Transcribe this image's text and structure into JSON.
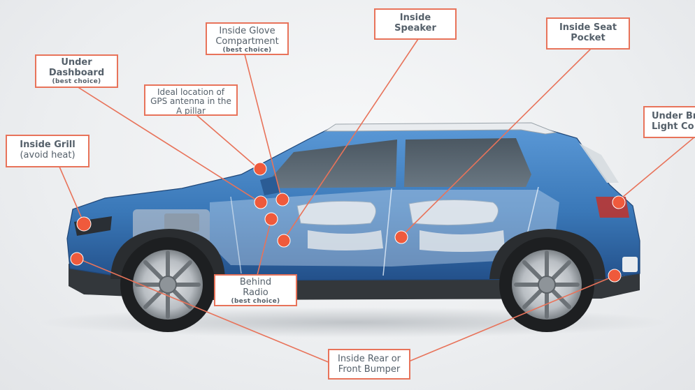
{
  "labels": {
    "under_dashboard": {
      "line1": "Under",
      "line2": "Dashboard",
      "note": "(best choice)"
    },
    "glove_compartment": {
      "line1": "Inside Glove",
      "line2": "Compartment",
      "note": "(best choice)"
    },
    "gps_antenna": {
      "line1": "Ideal location of",
      "line2": "GPS antenna in the",
      "line3": "A pillar"
    },
    "inside_speaker": {
      "line1": "Inside",
      "line2": "Speaker"
    },
    "seat_pocket": {
      "line1": "Inside Seat",
      "line2": "Pocket"
    },
    "brake_light": {
      "line1": "Under Br",
      "line2": "Light Co"
    },
    "inside_grill": {
      "line1": "Inside Grill",
      "line2": "(avoid heat)"
    },
    "behind_radio": {
      "line1": "Behind",
      "line2": "Radio",
      "note": "(best choice)"
    },
    "bumper": {
      "line1": "Inside Rear or",
      "line2": "Front Bumper"
    }
  },
  "colors": {
    "accent": "#e8735a",
    "marker": "#ef5a3c",
    "car_body": "#3a78b8",
    "label_text": "#55606a",
    "background": "#eceef0"
  }
}
